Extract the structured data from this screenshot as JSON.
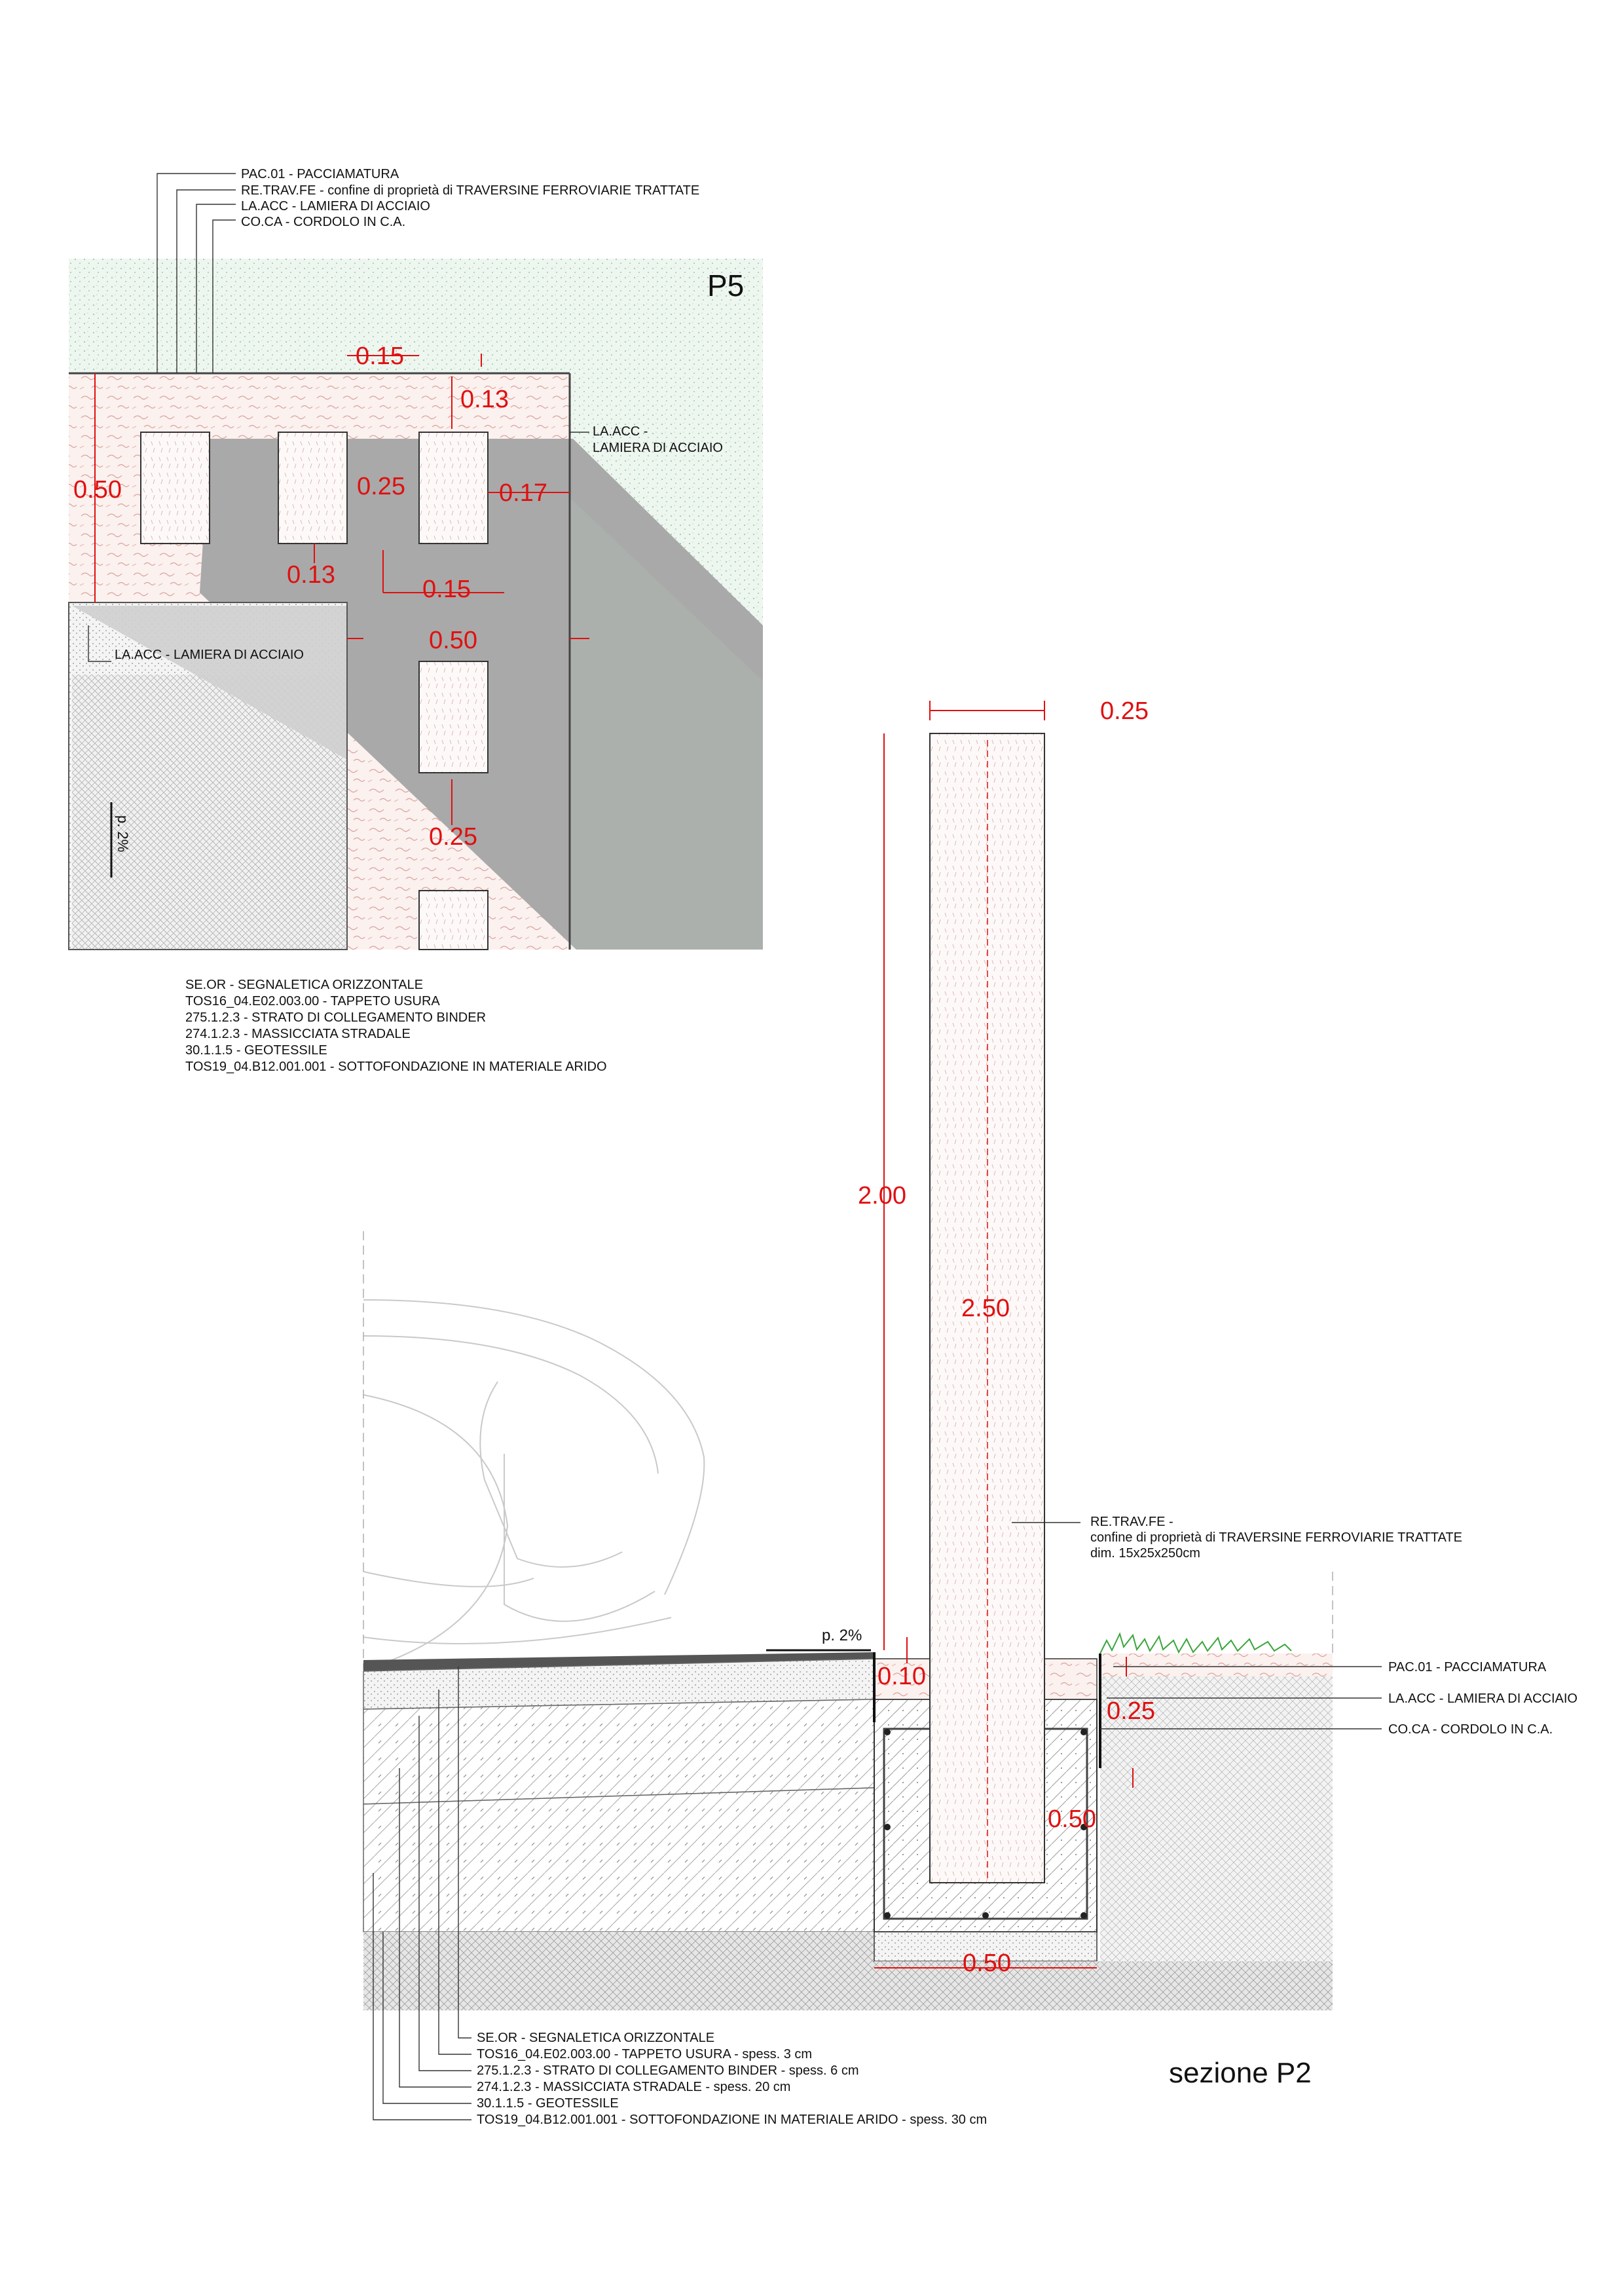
{
  "plan_p5": {
    "title": "P5",
    "top_callouts": [
      "PAC.01 - PACCIAMATURA",
      "RE.TRAV.FE - confine di proprietà di TRAVERSINE FERROVIARIE TRATTATE",
      "LA.ACC - LAMIERA DI ACCIAIO",
      "CO.CA - CORDOLO IN C.A."
    ],
    "side_callout_line1": "LA.ACC -",
    "side_callout_line2": "LAMIERA DI ACCIAIO",
    "inner_callout": "LA.ACC - LAMIERA DI ACCIAIO",
    "slope": "p. 2%",
    "bottom_callouts": [
      "SE.OR - SEGNALETICA ORIZZONTALE",
      "TOS16_04.E02.003.00 - TAPPETO USURA",
      "275.1.2.3 - STRATO DI COLLEGAMENTO BINDER",
      "274.1.2.3 - MASSICCIATA STRADALE",
      "30.1.1.5 - GEOTESSILE",
      "TOS19_04.B12.001.001 - SOTTOFONDAZIONE IN MATERIALE ARIDO"
    ],
    "dimensions": {
      "d_015_top": "0.15",
      "d_013_top": "0.13",
      "d_050_left": "0.50",
      "d_025_mid": "0.25",
      "d_017": "0.17",
      "d_013_mid": "0.13",
      "d_015_mid": "0.15",
      "d_050_mid": "0.50",
      "d_025_bottom": "0.25"
    }
  },
  "section_p2": {
    "title": "sezione P2",
    "slope": "p. 2%",
    "post_callout_lines": [
      "RE.TRAV.FE -",
      "confine di proprietà di TRAVERSINE FERROVIARIE TRATTATE",
      "dim. 15x25x250cm"
    ],
    "right_callouts": [
      "PAC.01 - PACCIAMATURA",
      "LA.ACC - LAMIERA DI ACCIAIO",
      "CO.CA - CORDOLO IN C.A."
    ],
    "bottom_callouts": [
      "SE.OR - SEGNALETICA ORIZZONTALE",
      "TOS16_04.E02.003.00 - TAPPETO USURA - spess. 3 cm",
      "275.1.2.3 - STRATO DI COLLEGAMENTO BINDER - spess. 6 cm",
      "274.1.2.3 - MASSICCIATA STRADALE - spess. 20 cm",
      "30.1.1.5 - GEOTESSILE",
      "TOS19_04.B12.001.001 - SOTTOFONDAZIONE IN MATERIALE ARIDO - spess. 30 cm"
    ],
    "dimensions": {
      "width_top": "0.25",
      "height_above": "2.00",
      "total_length": "2.50",
      "d_010": "0.10",
      "d_025": "0.25",
      "d_050_vertical": "0.50",
      "d_050_horizontal": "0.50"
    }
  },
  "colors": {
    "dimension": "#e01010",
    "grass_hatch": "#d9ece0",
    "mulch": "#f3e6e3",
    "shadow": "#aaaaaa",
    "steel": "#c8c8c8"
  }
}
